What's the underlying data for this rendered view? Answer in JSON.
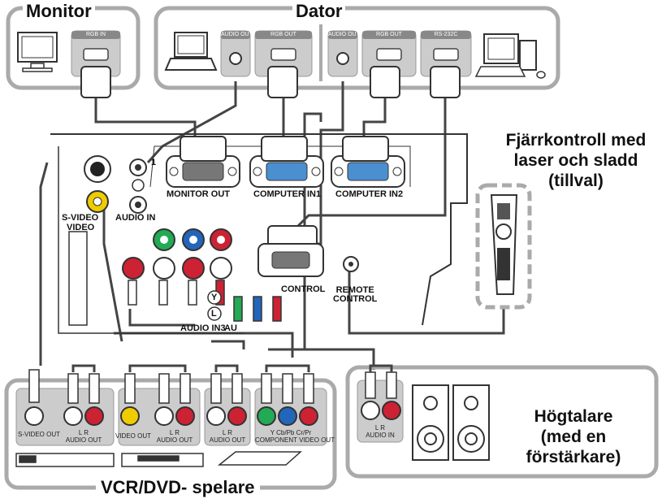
{
  "labels": {
    "monitor": "Monitor",
    "computer": "Dator",
    "remote": [
      "Fjärrkontroll med",
      "laser och sladd",
      "(tillval)"
    ],
    "speakers": [
      "Högtalare",
      "(med en",
      "förstärkare)"
    ],
    "vcr": "VCR/DVD- spelare"
  },
  "computer_ports": {
    "monitor_rgb_in": "RGB IN",
    "audio_out_1": "AUDIO OUT",
    "rgb_out_1": "RGB OUT",
    "audio_out_2": "AUDIO OUT",
    "rgb_out_2": "RGB OUT",
    "rs232c": "RS-232C"
  },
  "projector_ports": {
    "monitor_out": "MONITOR OUT",
    "computer_in1": "COMPUTER IN1",
    "computer_in2": "COMPUTER IN2",
    "s_video": "S-VIDEO",
    "video": "VIDEO",
    "audio_in": "AUDIO IN",
    "audio_in_number": "1",
    "control": "CONTROL",
    "remote_control": [
      "REMOTE",
      "CONTROL"
    ],
    "audio_in3": "AUDIO IN3",
    "audio_partial": "AU",
    "y": "Y",
    "l": "L"
  },
  "av_outputs": {
    "s_video_out": "S-VIDEO OUT",
    "audio_out_a": [
      "L    R",
      "AUDIO OUT"
    ],
    "video_out": "VIDEO OUT",
    "audio_out_b": [
      "L    R",
      "AUDIO OUT"
    ],
    "audio_out_c": [
      "L    R",
      "AUDIO OUT"
    ],
    "component": [
      "Y   Cb/Pb  Cr/Pr",
      "COMPONENT VIDEO OUT"
    ],
    "speaker_audio_in": [
      "L    R",
      "AUDIO IN"
    ]
  },
  "colors": {
    "frame": "#aaaaaa",
    "jack_red": "#cc2233",
    "jack_green": "#22aa55",
    "jack_blue": "#2266bb",
    "jack_yellow": "#eecc00",
    "port_label_bg": "#888888"
  }
}
